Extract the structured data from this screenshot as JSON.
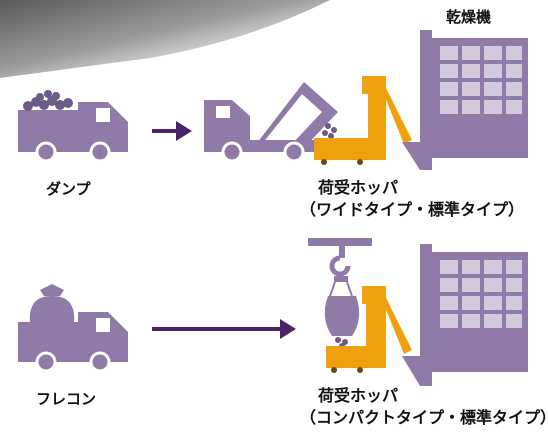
{
  "labels": {
    "dryer": "乾燥機",
    "dump": "ダンプ",
    "flecon": "フレコン",
    "hopper_top_line1": "荷受ホッパ",
    "hopper_top_line2": "（ワイドタイプ・標準タイプ）",
    "hopper_bottom_line1": "荷受ホッパ",
    "hopper_bottom_line2": "（コンパクトタイプ・標準タイプ）"
  },
  "colors": {
    "vehicle": "#8f7aa8",
    "hopper": "#f0a00c",
    "arrow": "#4a2466",
    "grain": "#6d5a86",
    "chute_band": "#6a6a6a"
  }
}
